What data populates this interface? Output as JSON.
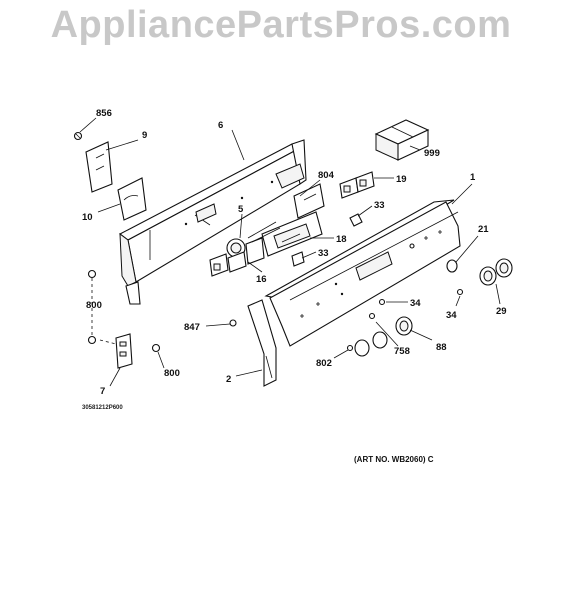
{
  "watermark": "AppliancePartsPros.com",
  "art_number": "(ART NO. WB2060) C",
  "drawing_code": "30581212P600",
  "callouts": {
    "c856": "856",
    "c9": "9",
    "c10": "10",
    "c6": "6",
    "c804": "804",
    "c19": "19",
    "c999": "999",
    "c1": "1",
    "c5": "5",
    "c33a": "33",
    "c18": "18",
    "c16": "16",
    "c33b": "33",
    "c21": "21",
    "c800a": "800",
    "c847": "847",
    "c34a": "34",
    "c34b": "34",
    "c29": "29",
    "c88": "88",
    "c758": "758",
    "c802": "802",
    "c2": "2",
    "c7": "7",
    "c800b": "800"
  }
}
